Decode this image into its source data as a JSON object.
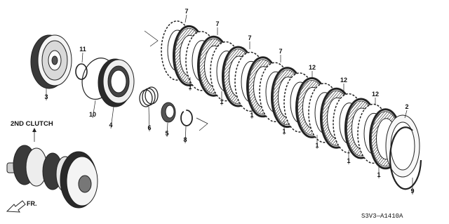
{
  "assembly_title": "2ND CLUTCH",
  "direction_label": "FR.",
  "diagram_code": "S3V3—A1410A",
  "callouts": [
    "1",
    "2",
    "3",
    "4",
    "5",
    "6",
    "7",
    "8",
    "9",
    "10",
    "11",
    "12"
  ]
}
